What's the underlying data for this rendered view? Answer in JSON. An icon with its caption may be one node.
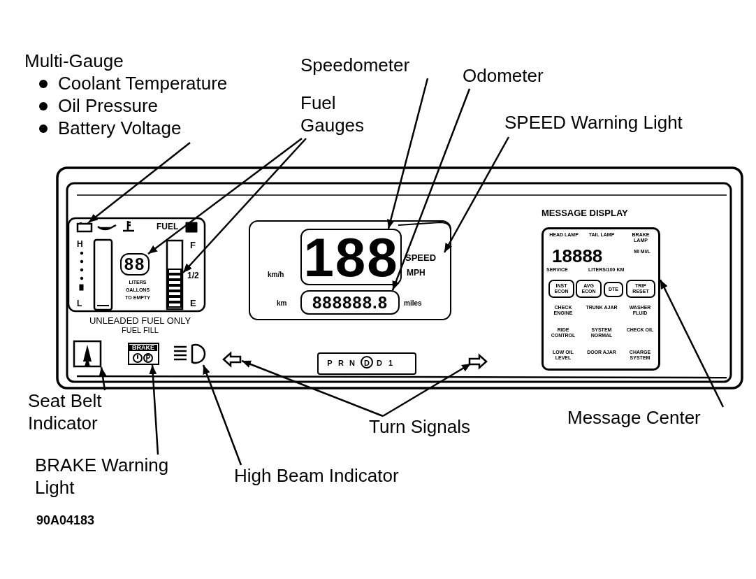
{
  "diagram": {
    "nodes": [
      {
        "text": [
          "Multi-Gauge",
          "Coolant Temperature",
          "Oil Pressure",
          "Battery Voltage"
        ]
      },
      {
        "text": [
          "Fuel Gauges"
        ]
      },
      {
        "text": [
          "Speedometer"
        ]
      },
      {
        "text": [
          "Odometer"
        ]
      },
      {
        "text": [
          "SPEED Warning Light"
        ]
      },
      {
        "text": [
          "Seat Belt Indicator"
        ]
      },
      {
        "text": [
          "BRAKE Warning Light"
        ]
      },
      {
        "text": [
          "High Beam Indicator"
        ]
      },
      {
        "text": [
          "Turn Signals"
        ]
      },
      {
        "text": [
          "Message Center"
        ]
      },
      {
        "text": [],
        "shape": "box"
      },
      {
        "text": [
          "88"
        ]
      },
      {
        "text": [],
        "shape": "bar"
      },
      {
        "text": [
          "188"
        ]
      },
      {
        "text": [
          "888888.8"
        ]
      },
      {
        "text": [
          "SPEED"
        ]
      },
      {
        "text": [],
        "shape": "picture"
      },
      {
        "text": [
          "BRAKE"
        ]
      },
      {
        "text": [],
        "shape": "picture"
      },
      {
        "text": [],
        "shape": "picture"
      },
      {
        "text": [],
        "shape": "picture"
      },
      {
        "text": [
          "MESSAGE DISPLAY"
        ]
      },
      {
        "text": [
          "INST ECON"
        ],
        "in": 21
      },
      {
        "text": [
          "AVG ECON"
        ],
        "in": 21
      },
      {
        "text": [
          "DTE"
        ],
        "in": 21
      },
      {
        "text": [
          "TRIP RESET"
        ],
        "in": 21
      }
    ],
    "edges": [
      {
        "from": 0,
        "to": 10,
        "arrow": "to"
      },
      {
        "from": 1,
        "to": 11,
        "arrow": "to"
      },
      {
        "from": 1,
        "to": 12,
        "arrow": "to"
      },
      {
        "from": 2,
        "to": 13,
        "arrow": "to"
      },
      {
        "from": 3,
        "to": 14,
        "arrow": "to"
      },
      {
        "from": 4,
        "to": 15,
        "arrow": "to"
      },
      {
        "from": 5,
        "to": 16,
        "arrow": "to"
      },
      {
        "from": 6,
        "to": 17,
        "arrow": "to"
      },
      {
        "from": 7,
        "to": 18,
        "arrow": "to"
      },
      {
        "from": 8,
        "to": 19,
        "arrow": "to"
      },
      {
        "from": 8,
        "to": 20,
        "arrow": "to"
      },
      {
        "from": 9,
        "to": 21,
        "arrow": "to"
      }
    ],
    "labels": [
      "H",
      "L",
      "FUEL",
      "F",
      "1/2",
      "E",
      "LITERS",
      "GALLONS",
      "TO EMPTY",
      "UNLEADED FUEL ONLY",
      "FUEL FILL",
      "km/h",
      "MPH",
      "km",
      "miles",
      "P",
      "R",
      "N",
      "D",
      "D",
      "1",
      "HEAD LAMP",
      "TAIL LAMP",
      "BRAKE LAMP",
      "18888",
      "MI MI/L",
      "SERVICE",
      "LITERS/100 KM",
      "CHECK ENGINE",
      "TRUNK AJAR",
      "WASHER FLUID",
      "RIDE CONTROL",
      "SYSTEM NORMAL",
      "CHECK OIL",
      "LOW OIL LEVEL",
      "DOOR AJAR",
      "CHARGE SYSTEM",
      "90A04183"
    ]
  }
}
